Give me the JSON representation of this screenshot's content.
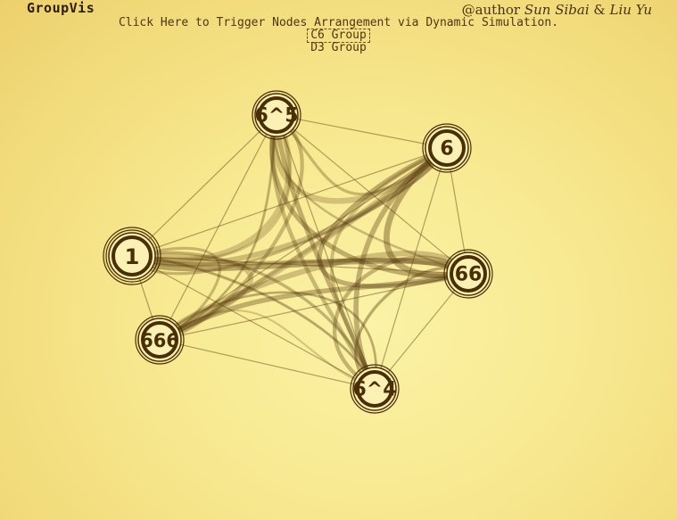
{
  "app": {
    "title": "GroupVis",
    "author_prefix": "@author",
    "author_name_1": "Sun Sibai",
    "author_joiner": "&",
    "author_name_2": "Liu Yu"
  },
  "controls": {
    "trigger_label": "Click Here to Trigger Nodes Arrangement via Dynamic Simulation.",
    "groups": [
      {
        "label": "C6 Group",
        "selected": true
      },
      {
        "label": "D3 Group",
        "selected": false
      }
    ]
  },
  "graph": {
    "colors": {
      "node_fill": "#fbf1b4",
      "node_stroke": "#4a2f05",
      "edge": "#5a3c10"
    },
    "nodes": [
      {
        "id": "n1",
        "label": "1"
      },
      {
        "id": "n65",
        "label": "6^5"
      },
      {
        "id": "n6",
        "label": "6"
      },
      {
        "id": "n66",
        "label": "66"
      },
      {
        "id": "n64",
        "label": "6^4"
      },
      {
        "id": "n666",
        "label": "666"
      }
    ]
  }
}
